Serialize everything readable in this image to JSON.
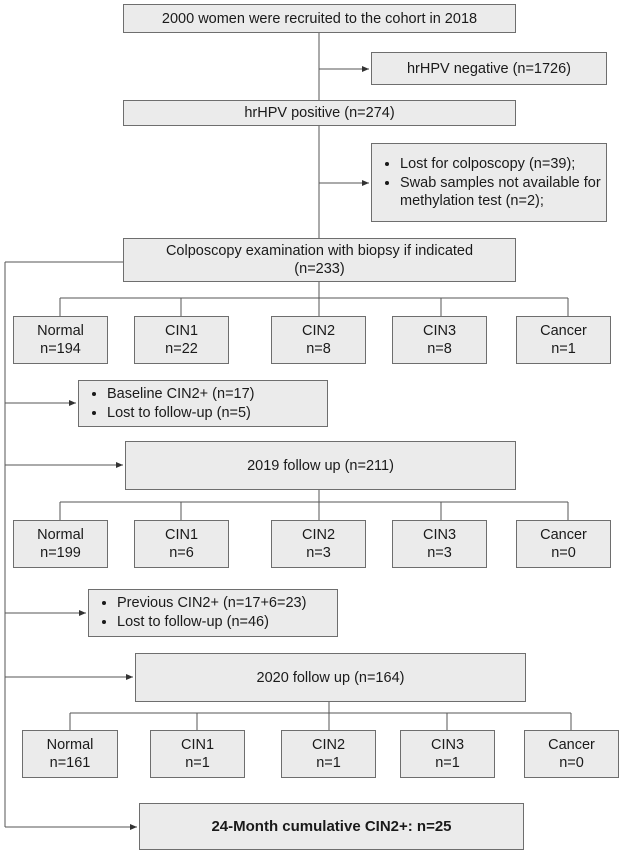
{
  "recruited": "2000 women were recruited to the cohort in 2018",
  "hrhpv_negative": "hrHPV negative (n=1726)",
  "hrhpv_positive": "hrHPV positive (n=274)",
  "excluded_1": [
    "Lost for colposcopy (n=39);",
    "Swab samples not available for methylation test (n=2);"
  ],
  "colposcopy": {
    "line1": "Colposcopy examination with biopsy if indicated",
    "line2": "(n=233)"
  },
  "baseline_outcomes": [
    {
      "label": "Normal",
      "n": "n=194"
    },
    {
      "label": "CIN1",
      "n": "n=22"
    },
    {
      "label": "CIN2",
      "n": "n=8"
    },
    {
      "label": "CIN3",
      "n": "n=8"
    },
    {
      "label": "Cancer",
      "n": "n=1"
    }
  ],
  "excluded_2": [
    "Baseline CIN2+ (n=17)",
    "Lost to follow-up (n=5)"
  ],
  "followup_2019": "2019 follow up (n=211)",
  "outcomes_2019": [
    {
      "label": "Normal",
      "n": "n=199"
    },
    {
      "label": "CIN1",
      "n": "n=6"
    },
    {
      "label": "CIN2",
      "n": "n=3"
    },
    {
      "label": "CIN3",
      "n": "n=3"
    },
    {
      "label": "Cancer",
      "n": "n=0"
    }
  ],
  "excluded_3": [
    "Previous CIN2+ (n=17+6=23)",
    "Lost to follow-up (n=46)"
  ],
  "followup_2020": "2020 follow up (n=164)",
  "outcomes_2020": [
    {
      "label": "Normal",
      "n": "n=161"
    },
    {
      "label": "CIN1",
      "n": "n=1"
    },
    {
      "label": "CIN2",
      "n": "n=1"
    },
    {
      "label": "CIN3",
      "n": "n=1"
    },
    {
      "label": "Cancer",
      "n": "n=0"
    }
  ],
  "cumulative": "24-Month cumulative CIN2+: n=25"
}
